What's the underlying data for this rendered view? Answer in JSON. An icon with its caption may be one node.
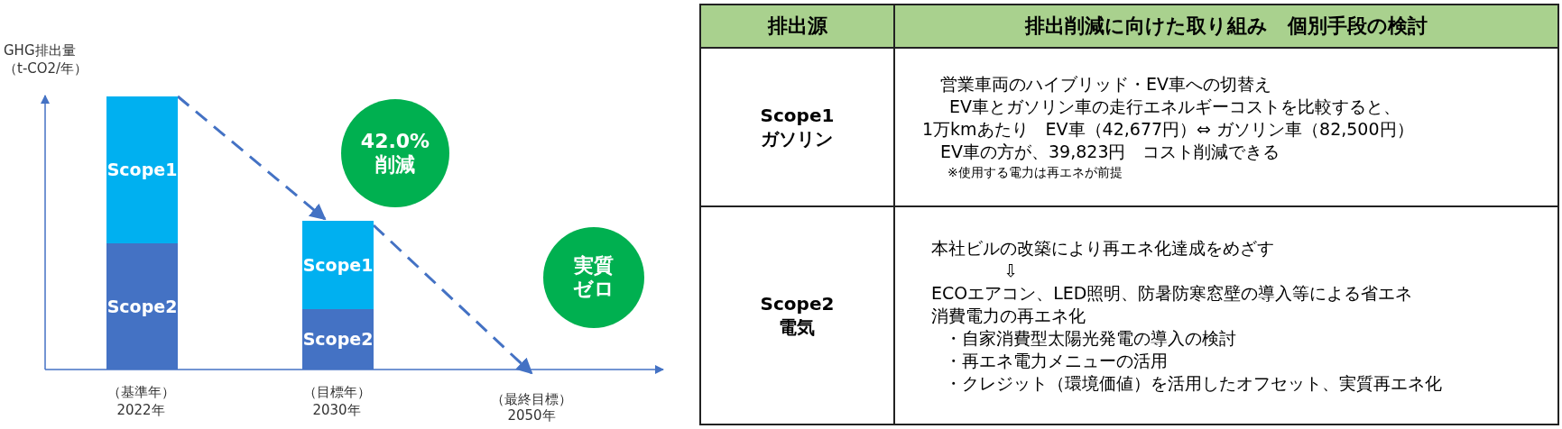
{
  "diagram": {
    "nodes": [
      {
        "text": [
          "Scope1"
        ]
      },
      {
        "text": [
          "Scope2"
        ]
      },
      {
        "text": [
          "Scope1"
        ]
      },
      {
        "text": [
          "Scope2"
        ]
      },
      {
        "text": [
          "42.0% 削減"
        ]
      },
      {
        "text": [
          "実質ゼロ"
        ]
      },
      {
        "text": [
          "（最終目標）2050年"
        ]
      }
    ],
    "edges": [
      {
        "from": 0,
        "to": 2,
        "arrow": "to",
        "style": "dashed"
      },
      {
        "from": 2,
        "to": 6,
        "arrow": "to",
        "style": "dashed"
      }
    ],
    "labels": [
      "GHG排出量（t-CO2/年）",
      "（基準年）2022年",
      "（目標年）2030年",
      "排出源",
      "排出削減に向けた取り組み　個別手段の検討",
      "Scope1 ガソリン",
      "営業車両のハイブリッド・EV車への切替え",
      "EV車とガソリン車の走行エネルギーコストを比較すると、",
      "1万kmあたり　EV車（42,677円）⇔ ガソリン車（82,500円）",
      "EV車の方が、39,823円　コスト削減できる",
      "※使用する電力は再エネが前提",
      "Scope2 電気",
      "本社ビルの改築により再エネ化達成をめざす",
      "⇩",
      "ECOエアコン、LED照明、防暑防寒窓壁の導入等による省エネ",
      "消費電力の再エネ化",
      "・自家消費型太陽光発電の導入の検討",
      "・再エネ電力メニューの活用",
      "・クレジット（環境価値）を活用したオフセット、実質再エネ化"
    ]
  }
}
